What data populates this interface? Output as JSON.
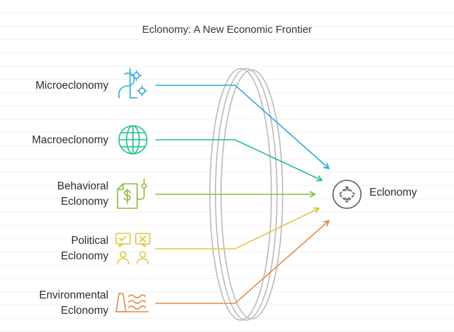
{
  "title": "Eclonomy: A New Economic Frontier",
  "inputs": [
    {
      "line1": "Microeclonomy",
      "line2": "",
      "icon": "person-gears-icon",
      "color": "#29a9d6"
    },
    {
      "line1": "Macroeclonomy",
      "line2": "",
      "icon": "globe-icon",
      "color": "#1fbf84"
    },
    {
      "line1": "Behavioral",
      "line2": "Eclonomy",
      "icon": "dollar-document-icon",
      "color": "#86bd3c"
    },
    {
      "line1": "Political",
      "line2": "Eclonomy",
      "icon": "voting-people-icon",
      "color": "#d9c83a"
    },
    {
      "line1": "Environmental",
      "line2": "Eclonomy",
      "icon": "factory-water-icon",
      "color": "#e08a45"
    }
  ],
  "output": {
    "label": "Eclonomy",
    "icon": "diamond-arrows-icon"
  }
}
